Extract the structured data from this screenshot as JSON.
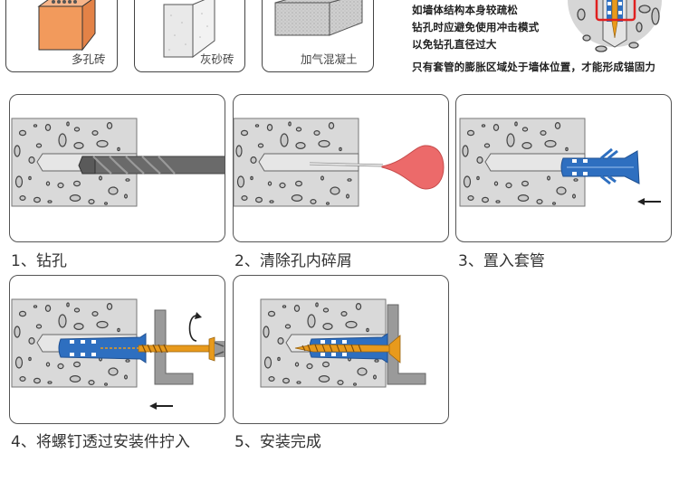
{
  "materials": [
    {
      "name": "多孔砖",
      "icon": "perforated-brick-icon"
    },
    {
      "name": "灰砂砖",
      "icon": "sand-lime-brick-icon"
    },
    {
      "name": "加气混凝土",
      "icon": "aerated-concrete-block-icon"
    }
  ],
  "notes": {
    "lines": [
      "如墙体结构本身较疏松",
      "钻孔时应避免使用冲击模式",
      "以免钻孔直径过大"
    ],
    "emphasis": "只有套管的膨胀区域处于墙体位置，才能形成锚固力",
    "highlight_color": "#e02020"
  },
  "steps": [
    {
      "caption": "1、钻孔",
      "illustration": "drill-bit"
    },
    {
      "caption": "2、清除孔内碎屑",
      "illustration": "blower-bulb"
    },
    {
      "caption": "3、置入套管",
      "illustration": "anchor-sleeve"
    },
    {
      "caption": "4、将螺钉透过安装件拧入",
      "illustration": "screw-through-bracket"
    },
    {
      "caption": "5、安装完成",
      "illustration": "installed-anchor"
    }
  ],
  "colors": {
    "concrete": "#d9d9d9",
    "aggregate": "#c9c9c9",
    "anchor_blue": "#2e6fc0",
    "screw_orange": "#e89a1c",
    "bulb_red": "#ec6a6a",
    "brick_orange": "#f29a5c",
    "bracket_gray": "#9a9a9a"
  }
}
